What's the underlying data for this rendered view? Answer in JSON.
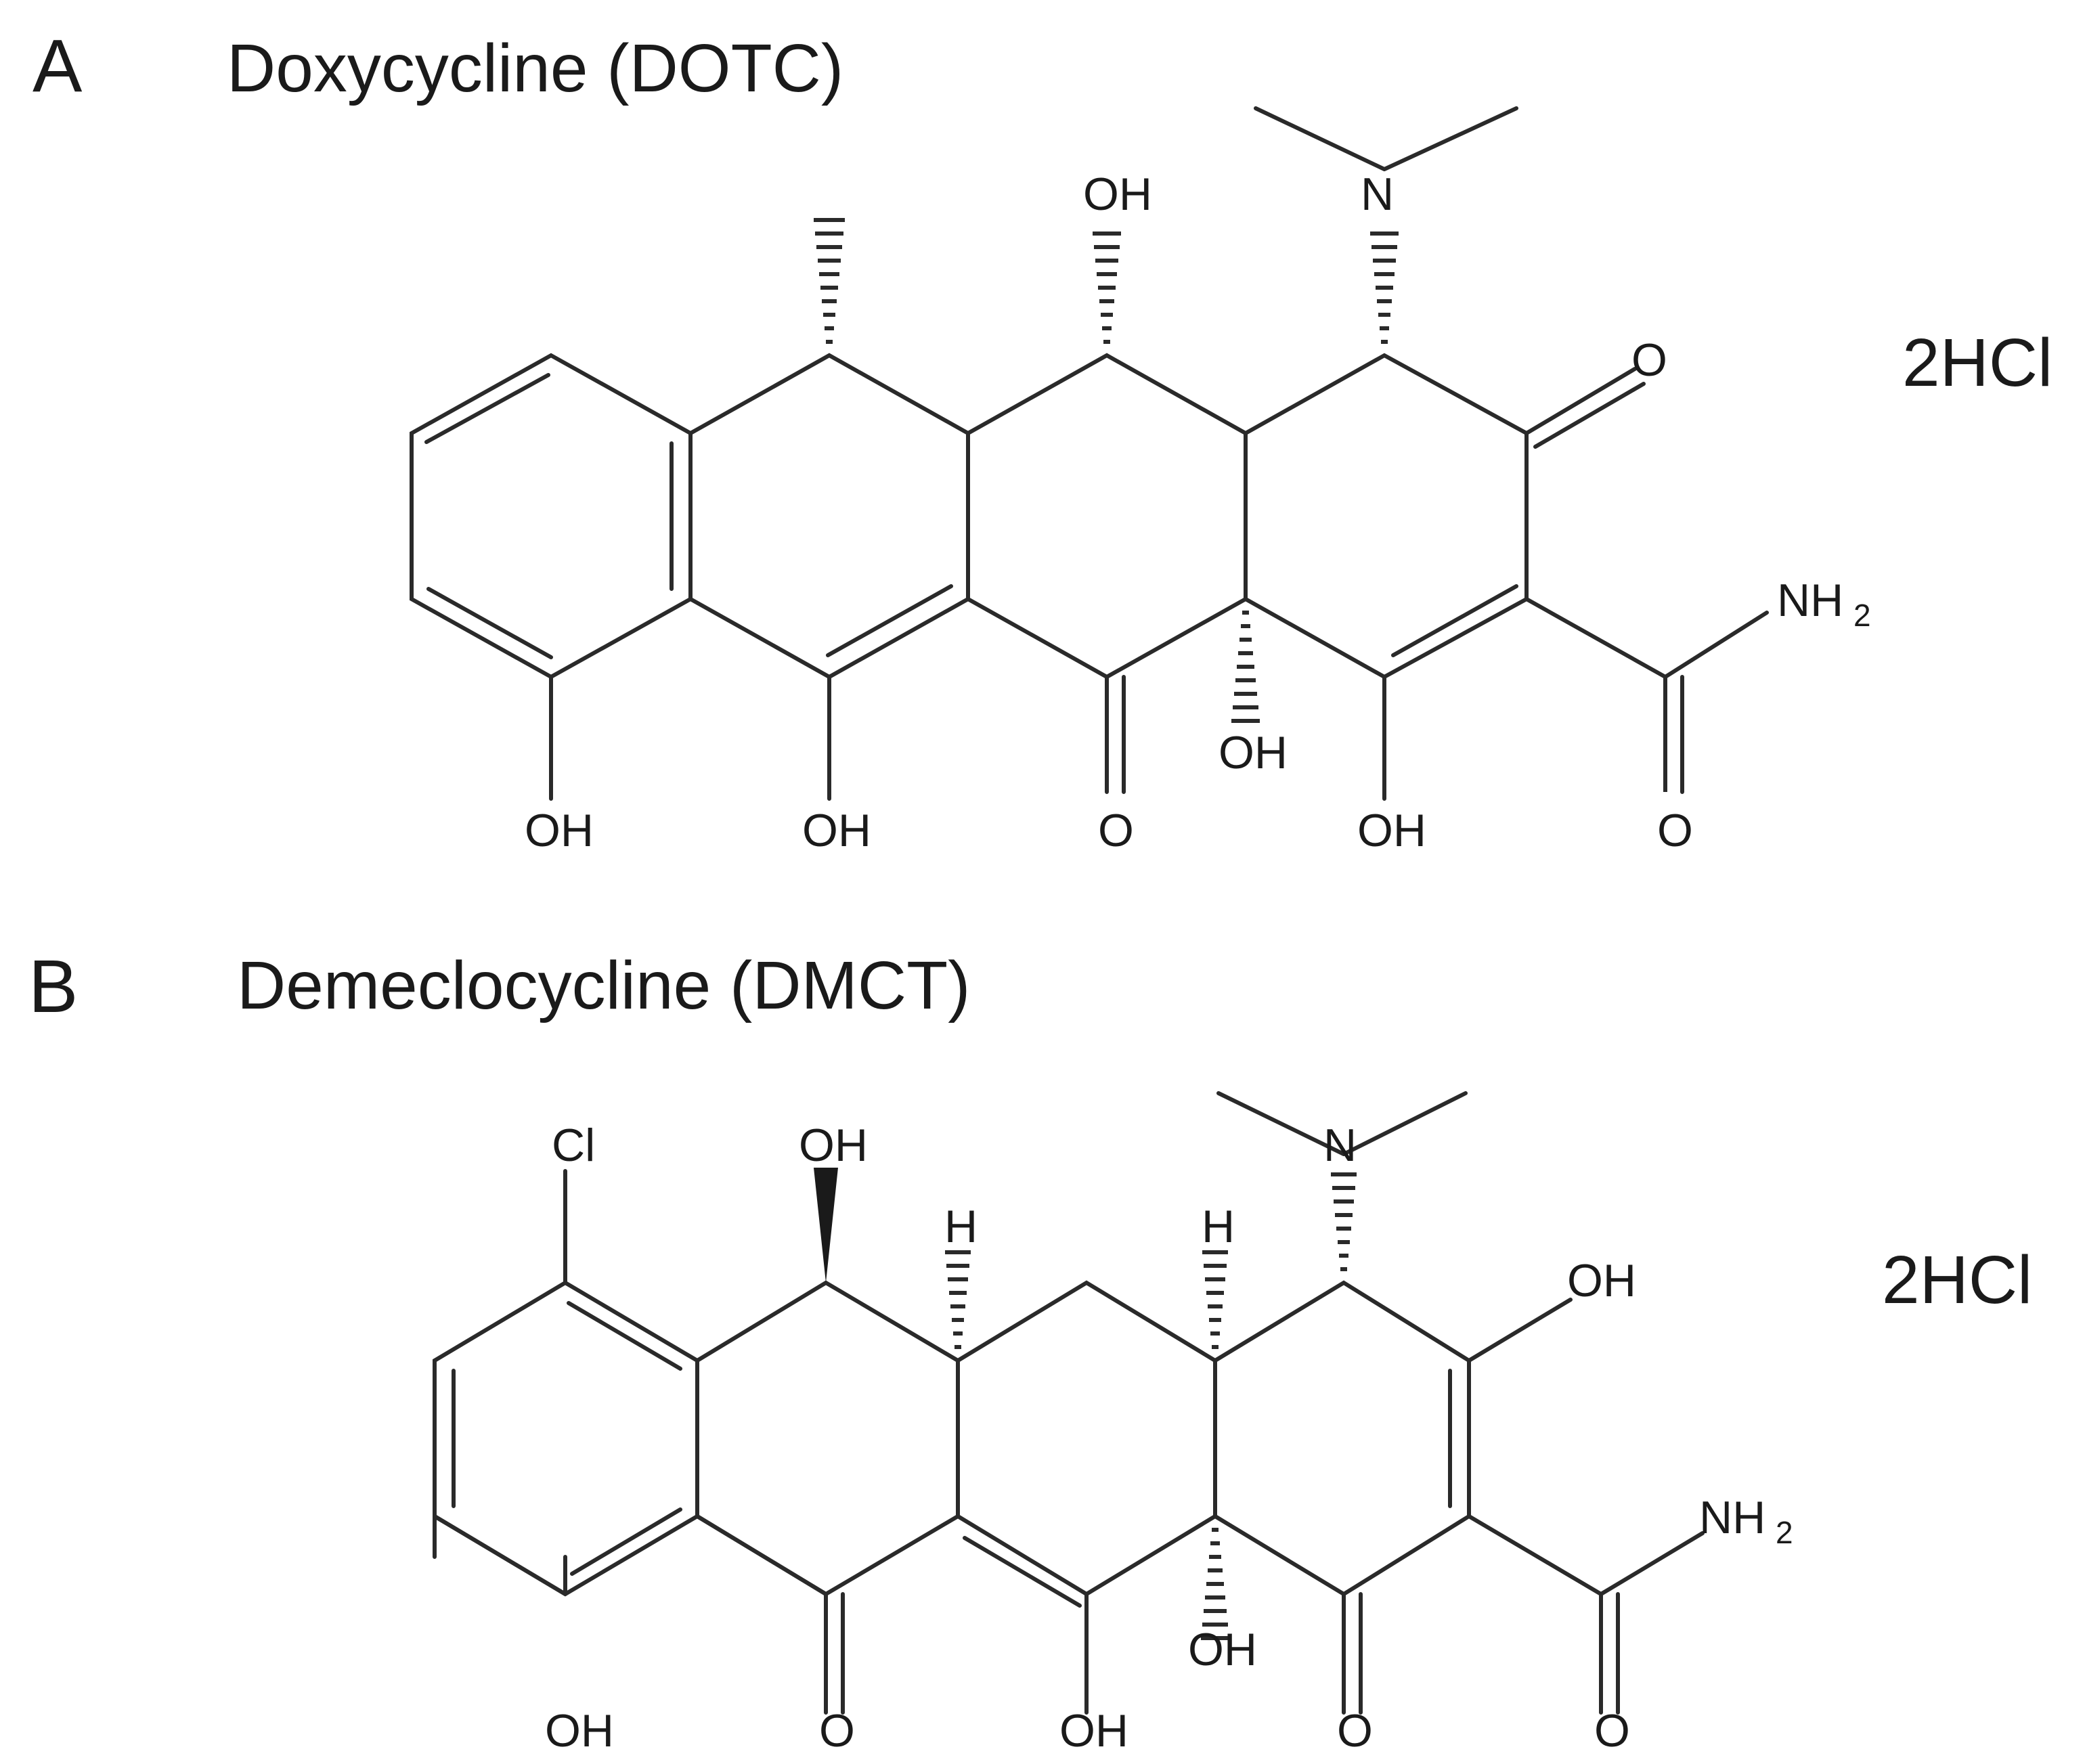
{
  "panels": [
    {
      "letter": "A",
      "title": "Doxycycline (DOTC)",
      "salt": "2HCl",
      "labels": {
        "oh_c6": "OH",
        "n": "N",
        "o_ketone": "O",
        "nh": "NH",
        "nh_sub": "2",
        "oh_c4a": "OH",
        "oh_d": "OH",
        "oh_c11": "OH",
        "o_c11": "O",
        "oh_c1": "OH",
        "o_amide": "O"
      }
    },
    {
      "letter": "B",
      "title": "Demeclocycline (DMCT)",
      "salt": "2HCl",
      "labels": {
        "cl": "Cl",
        "oh_c6": "OH",
        "h_5a": "H",
        "h_4a": "H",
        "n": "N",
        "oh_c3": "OH",
        "nh": "NH",
        "nh_sub": "2",
        "oh_c12a": "OH",
        "oh_d": "OH",
        "o_c11": "O",
        "oh_c12": "OH",
        "o_c1": "O",
        "o_amide": "O"
      }
    }
  ]
}
